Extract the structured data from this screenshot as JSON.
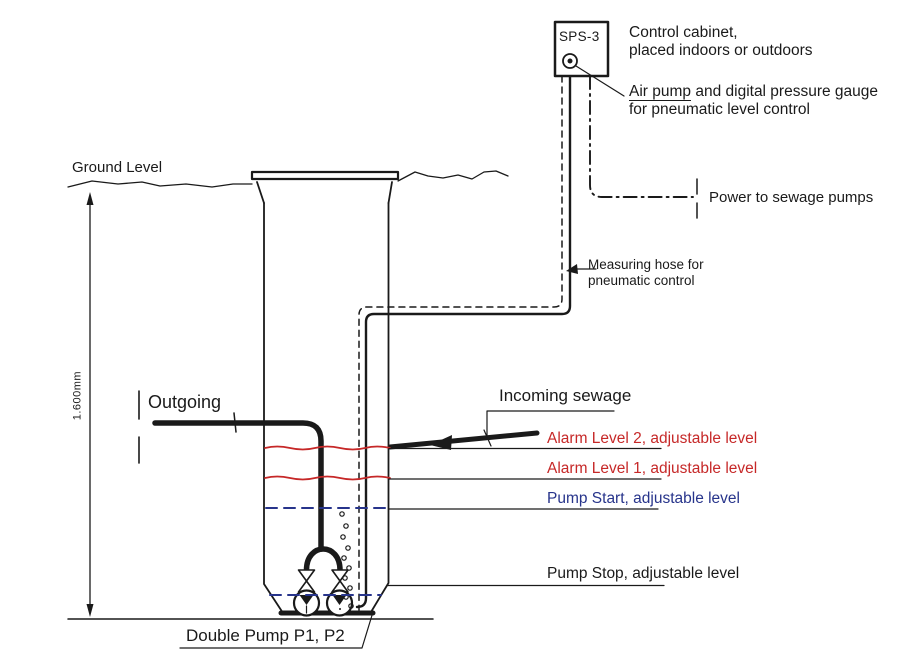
{
  "labels": {
    "ground_level": "Ground Level",
    "outgoing": "Outgoing",
    "incoming": "Incoming sewage",
    "double_pump": "Double Pump P1, P2",
    "dimension": "1.600mm",
    "power": "Power to sewage pumps",
    "cabinet_id": "SPS-3",
    "control_cabinet_line1": "Control cabinet,",
    "control_cabinet_line2": "placed indoors or outdoors",
    "air_pump_underlined": "Air pump",
    "air_pump_rest": " and digital pressure gauge",
    "air_pump_line2": "for pneumatic level control",
    "measuring_line1": "Measuring hose for",
    "measuring_line2": "pneumatic control"
  },
  "levels": [
    {
      "label": "Alarm Level 2, adjustable level",
      "color": "#c62828"
    },
    {
      "label": "Alarm Level 1, adjustable level",
      "color": "#c62828"
    },
    {
      "label": "Pump Start, adjustable level",
      "color": "#27348b"
    },
    {
      "label": "Pump Stop, adjustable level",
      "color": "#1a1a1a"
    }
  ],
  "colors": {
    "alarm_line": "#c62828",
    "pump_level_line": "#27348b",
    "linework": "#1a1a1a"
  }
}
